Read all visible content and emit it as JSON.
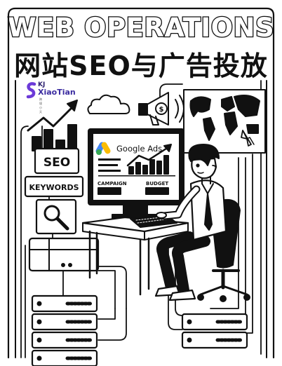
{
  "poster": {
    "title_en": "WEB OPERATIONS",
    "title_cn": "网站SEO与广告投放"
  },
  "logo": {
    "brand_top": "KJ",
    "brand_name": "XiaoTian",
    "brand_sub": "跨境小天",
    "accent_color": "#6c3ad8"
  },
  "labels": {
    "seo": "SEO",
    "keywords": "KEYWORDS",
    "ads_brand": "Google Ads",
    "campaign": "CAMPAIGN",
    "budget": "BUDGET"
  },
  "colors": {
    "ink": "#111111",
    "paper": "#ffffff",
    "google_blue": "#4285F4",
    "google_yellow": "#FBBC04",
    "google_green": "#34A853"
  }
}
